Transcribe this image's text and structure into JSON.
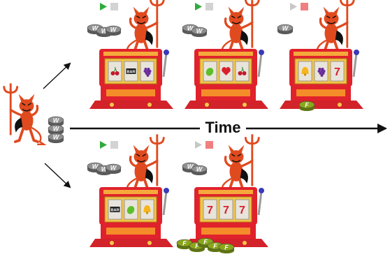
{
  "axis": {
    "label": "Time"
  },
  "colors": {
    "devil": "#e04a1f",
    "machine": "#d2222a",
    "token_w": "#8f8f8f",
    "token_f": "#8aa61b",
    "play_active": "#2faa3d",
    "play_inactive": "#c7c7c7",
    "stop_active": "#f07f7f",
    "stop_inactive": "#d3d3d3"
  },
  "agent": {
    "tokens": [
      "W",
      "W",
      "W"
    ]
  },
  "panels": [
    {
      "id": "top-1",
      "play": "active",
      "stop": "inactive",
      "tokens": [
        "W",
        "W",
        "W"
      ],
      "reels": [
        "cherry",
        "bar",
        "grape"
      ],
      "fish": []
    },
    {
      "id": "top-2",
      "play": "active",
      "stop": "inactive",
      "tokens": [
        "W",
        "W"
      ],
      "reels": [
        "lime",
        "heart",
        "cherry"
      ],
      "fish": []
    },
    {
      "id": "top-3",
      "play": "inactive",
      "stop": "active",
      "tokens": [
        "W"
      ],
      "reels": [
        "bell",
        "grape",
        "seven"
      ],
      "fish": [
        "F"
      ]
    },
    {
      "id": "bottom-1",
      "play": "active",
      "stop": "inactive",
      "tokens": [
        "W",
        "W",
        "W"
      ],
      "reels": [
        "bar",
        "lime",
        "bell"
      ],
      "fish": []
    },
    {
      "id": "bottom-2",
      "play": "inactive",
      "stop": "active",
      "tokens": [
        "W",
        "W"
      ],
      "reels": [
        "seven",
        "seven",
        "seven"
      ],
      "fish": [
        "F",
        "F",
        "F",
        "F",
        "F"
      ]
    }
  ]
}
